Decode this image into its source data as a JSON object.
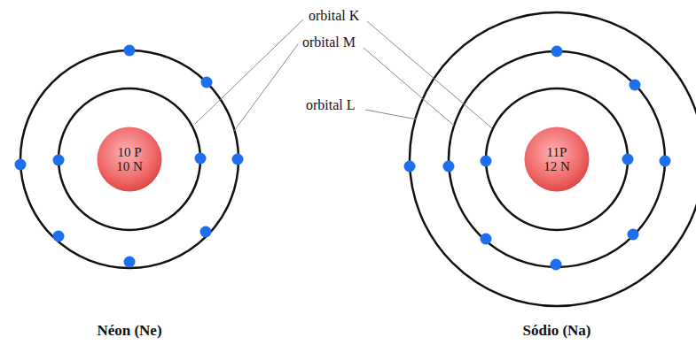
{
  "diagram": {
    "nodes": [
      {
        "text": [
          "10 P",
          "10 N"
        ]
      },
      {
        "text": [
          "11P",
          "12 N"
        ]
      }
    ],
    "labels": [
      "orbital K",
      "orbital M",
      "orbital L",
      "Néon (Ne)",
      "Sódio (Na)"
    ]
  }
}
